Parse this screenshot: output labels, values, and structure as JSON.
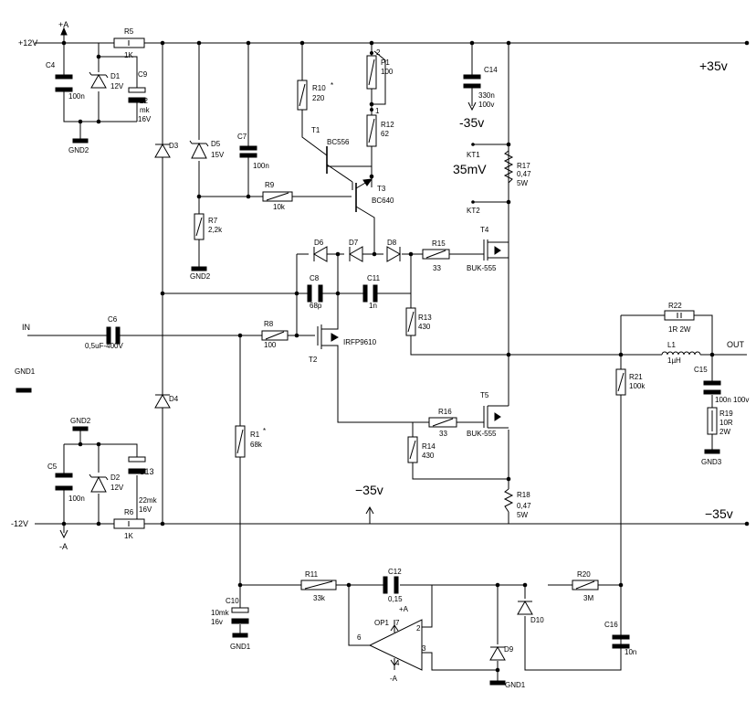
{
  "rails": {
    "p12": "+12V",
    "pA": "+A",
    "p35": "+35v",
    "m35_mid": "-35v",
    "m35_center": "−35v",
    "m35_right": "−35v",
    "m12": "-12V",
    "mA": "-A",
    "in": "IN",
    "out": "OUT",
    "kt_value": "35mV"
  },
  "grounds": {
    "gnd1_left": "GND1",
    "gnd2_top": "GND2",
    "gnd2_r7": "GND2",
    "gnd2_bot": "GND2",
    "gnd1_c10": "GND1",
    "gnd1_bottom": "GND1",
    "gnd3": "GND3"
  },
  "components": {
    "R5": {
      "ref": "R5",
      "val": "1K"
    },
    "R6": {
      "ref": "R6",
      "val": "1K"
    },
    "R7": {
      "ref": "R7",
      "val": "2,2k"
    },
    "R8": {
      "ref": "R8",
      "val": "100"
    },
    "R9": {
      "ref": "R9",
      "val": "10k"
    },
    "R10": {
      "ref": "R10",
      "val": "220"
    },
    "R11": {
      "ref": "R11",
      "val": "33k"
    },
    "R12": {
      "ref": "R12",
      "val": "62"
    },
    "R13": {
      "ref": "R13",
      "val": "430"
    },
    "R14": {
      "ref": "R14",
      "val": "430"
    },
    "R15": {
      "ref": "R15",
      "val": "33"
    },
    "R16": {
      "ref": "R16",
      "val": "33"
    },
    "R17": {
      "ref": "R17",
      "val": "0,47",
      "val2": "5W"
    },
    "R18": {
      "ref": "R18",
      "val": "0,47",
      "val2": "5W"
    },
    "R19": {
      "ref": "R19",
      "val": "10R",
      "val2": "2W"
    },
    "R20": {
      "ref": "R20",
      "val": "3M"
    },
    "R21": {
      "ref": "R21",
      "val": "100k"
    },
    "R22": {
      "ref": "R22",
      "val": "1R 2W"
    },
    "R1": {
      "ref": "R1",
      "val": "68k"
    },
    "P1": {
      "ref": "P1",
      "val": "100",
      "pin1": "1",
      "pin2": "2"
    },
    "C4": {
      "ref": "C4",
      "val": "100n"
    },
    "C5": {
      "ref": "C5",
      "val": "100n"
    },
    "C6": {
      "ref": "C6",
      "val": "0,5uF-400V"
    },
    "C7": {
      "ref": "C7",
      "val": "100n"
    },
    "C8": {
      "ref": "C8",
      "val": "68p"
    },
    "C9": {
      "ref": "C9",
      "val": "22",
      "val2": "mk",
      "val3": "16V"
    },
    "C10": {
      "ref": "C10",
      "val": "10mk",
      "val2": "16v"
    },
    "C11": {
      "ref": "C11",
      "val": "1n"
    },
    "C12": {
      "ref": "C12",
      "val": "0,15"
    },
    "C13": {
      "ref": "C13",
      "val": "22mk",
      "val2": "16V"
    },
    "C14": {
      "ref": "C14",
      "val": "330n",
      "val2": "100v"
    },
    "C15": {
      "ref": "C15",
      "val": "100n 100v"
    },
    "C16": {
      "ref": "C16",
      "val": "10n"
    },
    "D1": {
      "ref": "D1",
      "val": "12V"
    },
    "D2": {
      "ref": "D2",
      "val": "12V"
    },
    "D3": {
      "ref": "D3"
    },
    "D4": {
      "ref": "D4"
    },
    "D5": {
      "ref": "D5",
      "val": "15V"
    },
    "D6": {
      "ref": "D6"
    },
    "D7": {
      "ref": "D7"
    },
    "D8": {
      "ref": "D8"
    },
    "D9": {
      "ref": "D9"
    },
    "D10": {
      "ref": "D10"
    },
    "T1": {
      "ref": "T1",
      "val": "BC556"
    },
    "T2": {
      "ref": "T2",
      "val": "IRFP9610"
    },
    "T3": {
      "ref": "T3",
      "val": "BC640"
    },
    "T4": {
      "ref": "T4",
      "val": "BUK-555"
    },
    "T5": {
      "ref": "T5",
      "val": "BUK-555"
    },
    "L1": {
      "ref": "L1",
      "val": "1µH"
    },
    "OP1": {
      "ref": "OP1",
      "plusA": "+A",
      "minusA": "-A",
      "pin2": "2",
      "pin3": "3",
      "pin4": "4",
      "pin6": "6",
      "pin7": "7"
    },
    "KT1": {
      "ref": "KT1"
    },
    "KT2": {
      "ref": "KT2"
    }
  }
}
